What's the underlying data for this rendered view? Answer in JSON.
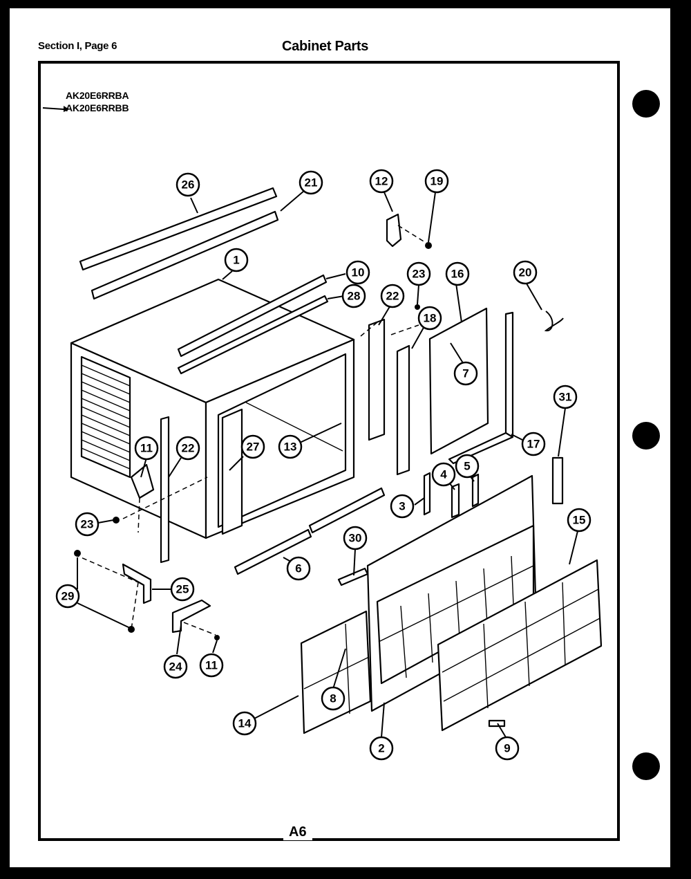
{
  "header": {
    "section": "Section I, Page 6",
    "title": "Cabinet Parts"
  },
  "models": [
    "AK20E6RRBA",
    "AK20E6RRBB"
  ],
  "page_number": "A6",
  "callouts": [
    "1",
    "2",
    "3",
    "4",
    "5",
    "6",
    "7",
    "8",
    "9",
    "10",
    "11",
    "11",
    "12",
    "13",
    "14",
    "15",
    "16",
    "17",
    "18",
    "19",
    "20",
    "21",
    "22",
    "22",
    "23",
    "23",
    "24",
    "25",
    "26",
    "27",
    "28",
    "29",
    "30",
    "31"
  ]
}
